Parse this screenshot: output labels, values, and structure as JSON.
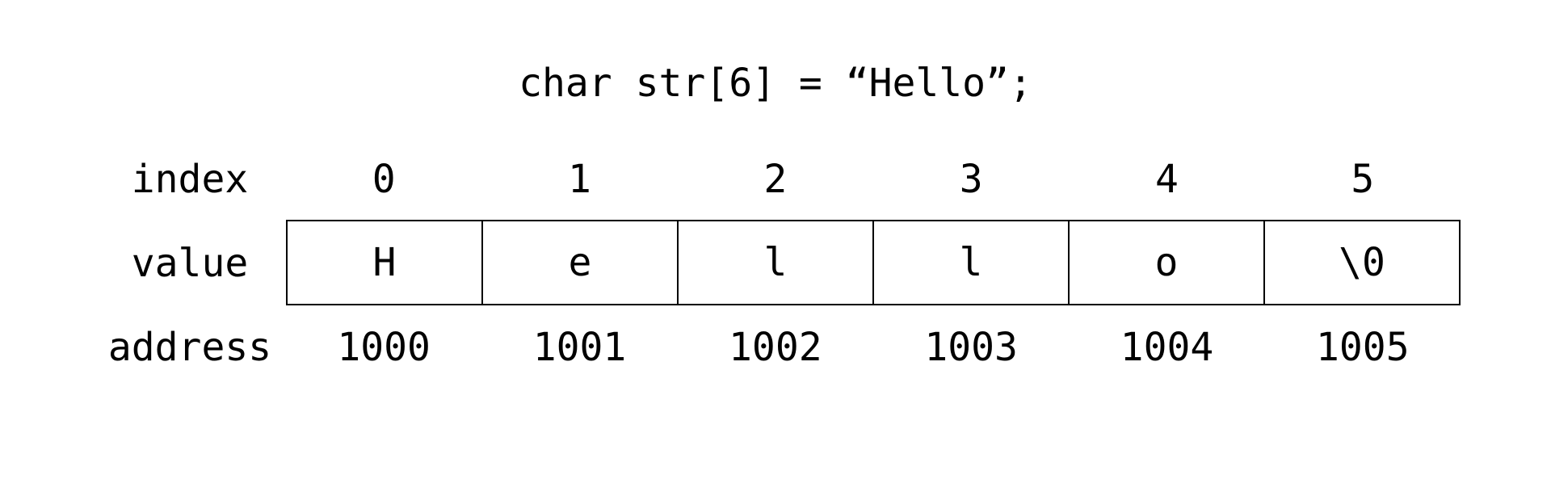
{
  "declaration": "char str[6] = “Hello”;",
  "labels": {
    "index": "index",
    "value": "value",
    "address": "address"
  },
  "indices": [
    "0",
    "1",
    "2",
    "3",
    "4",
    "5"
  ],
  "values": [
    "H",
    "e",
    "l",
    "l",
    "o",
    "\\0"
  ],
  "addresses": [
    "1000",
    "1001",
    "1002",
    "1003",
    "1004",
    "1005"
  ]
}
